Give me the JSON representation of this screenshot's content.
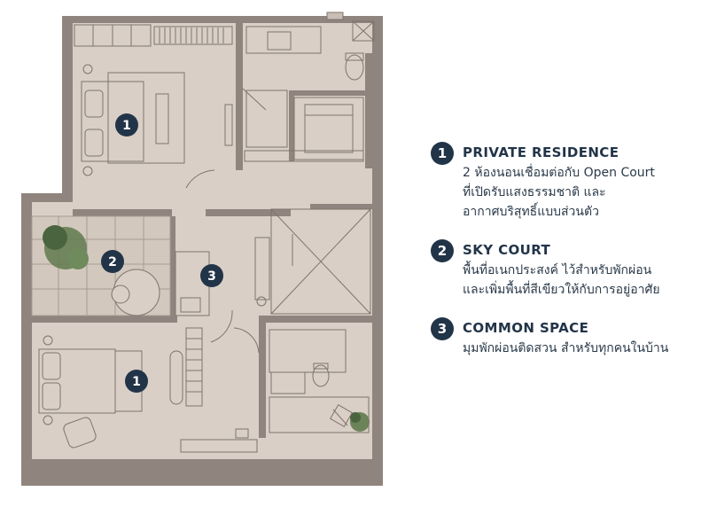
{
  "colors": {
    "wall": "#8f857e",
    "floor": "#d9cfc6",
    "line": "#7d746c",
    "badge": "#223448",
    "tree": "#5f7a4e"
  },
  "plan_badges": [
    {
      "number": "1"
    },
    {
      "number": "2"
    },
    {
      "number": "3"
    },
    {
      "number": "1"
    }
  ],
  "legend": [
    {
      "number": "1",
      "title": "PRIVATE RESIDENCE",
      "lines": [
        "2 ห้องนอนเชื่อมต่อกับ Open Court",
        "ที่เปิดรับแสงธรรมชาติ และ",
        "อากาศบริสุทธิ์แบบส่วนตัว"
      ]
    },
    {
      "number": "2",
      "title": "SKY COURT",
      "lines": [
        "พื้นที่อเนกประสงค์ ไว้สำหรับพักผ่อน",
        "และเพิ่มพื้นที่สีเขียวให้กับการอยู่อาศัย"
      ]
    },
    {
      "number": "3",
      "title": "COMMON SPACE",
      "lines": [
        "มุมพักผ่อนติดสวน สำหรับทุกคนในบ้าน"
      ]
    }
  ]
}
